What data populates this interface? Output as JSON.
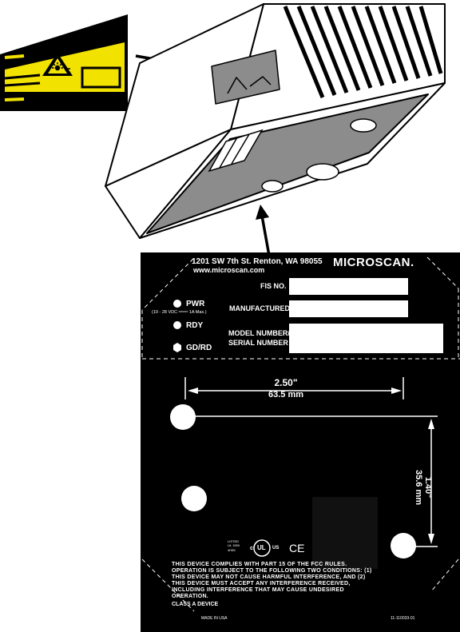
{
  "label": {
    "address": "1201 SW 7th St.   Renton, WA 98055",
    "website": "www.microscan.com",
    "brand": "MICROSCAN",
    "brand_mark": ".",
    "leds": {
      "pwr": "PWR",
      "power_spec": "(10 - 28 VDC ═══ 1A Max.)",
      "rdy": "RDY",
      "gdrd": "GD/RD"
    },
    "fields": {
      "fis_no": "FIS NO.",
      "manufactured": "MANUFACTURED",
      "model_number": "MODEL NUMBER/",
      "serial_number": "SERIAL NUMBER"
    },
    "dimension_width_in": "2.50\"",
    "dimension_width_mm": "63.5 mm",
    "dimension_height_in": "1.40\"",
    "dimension_height_mm": "35.6 mm",
    "cert": {
      "listed": "LISTED",
      "ul_code": "UL 1950",
      "cert_no": "4H55",
      "ul_mark": "UL",
      "ul_left": "c",
      "ul_right": "US",
      "ce_mark": "CE"
    },
    "fcc_statement_lines": [
      "THIS DEVICE COMPLIES WITH PART 15 OF THE FCC RULES.",
      "OPERATION IS SUBJECT TO THE FOLLOWING TWO CONDITIONS: (1)",
      "THIS DEVICE MAY NOT CAUSE HARMFUL INTERFERENCE, AND (2)",
      "THIS DEVICE MUST ACCEPT ANY INTERFERENCE RECEIVED,",
      "INCLUDING INTERFERENCE THAT MAY CAUSE UNDESIRED",
      "OPERATION."
    ],
    "class_a": "CLASS A DEVICE",
    "made_in": "MADE IN USA",
    "part_number": "11-110033-01"
  },
  "colors": {
    "warning_yellow": "#f2e200",
    "label_black": "#000000",
    "panel_gray": "#8c8c8c",
    "device_white": "#ffffff"
  }
}
